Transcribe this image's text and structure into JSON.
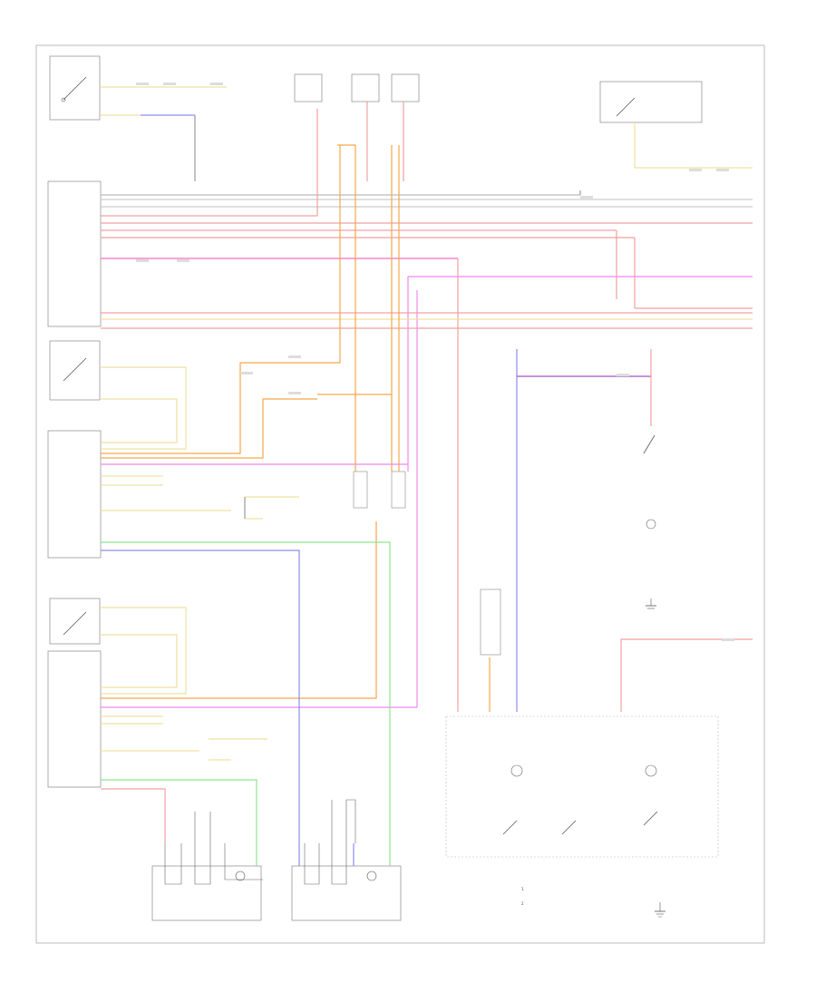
{
  "diagram": {
    "footer_code": "",
    "legend": [
      {
        "marker": "1",
        "text": ""
      },
      {
        "marker": "2",
        "text": ""
      }
    ],
    "wire_colors": {
      "red": "#f2a0a0",
      "orange": "#f5a64a",
      "pink": "#ee88ee",
      "blue": "#8c8cf0",
      "green": "#8ce68c",
      "yellow": "#f0e0a0",
      "purple": "#a050c8",
      "gray": "#999999"
    },
    "components": [
      {
        "id": "left-rear-window-switch",
        "label": ""
      },
      {
        "id": "left-rear-window-regulator",
        "label": ""
      },
      {
        "id": "fuse-block-top",
        "label": ""
      },
      {
        "id": "courtesy-lamp-switch",
        "label": ""
      },
      {
        "id": "right-passenger-window-switch",
        "label": ""
      },
      {
        "id": "right-passenger-window-regulator",
        "label": ""
      },
      {
        "id": "driver-window-switch",
        "label": ""
      },
      {
        "id": "driver-door-module",
        "label": ""
      },
      {
        "id": "driver-window-motor",
        "label": ""
      },
      {
        "id": "passenger-window-motor",
        "label": ""
      },
      {
        "id": "courtesy-lamp-front",
        "label": ""
      },
      {
        "id": "courtesy-lamp-rear",
        "label": ""
      },
      {
        "id": "reading-lamp-assembly",
        "label": ""
      },
      {
        "id": "ground-point",
        "label": ""
      }
    ]
  }
}
